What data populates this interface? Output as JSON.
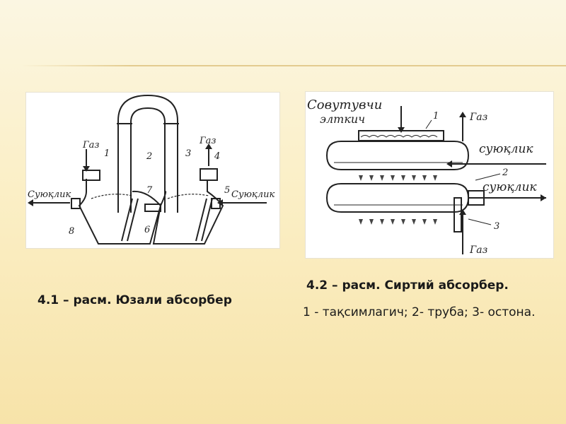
{
  "figure1": {
    "labels": {
      "gas_in": "Газ",
      "gas_out": "Газ",
      "liquid_in": "Суюқлик",
      "liquid_out": "Суюқлик",
      "n1": "1",
      "n2": "2",
      "n3": "3",
      "n4": "4",
      "n5": "5",
      "n6": "6",
      "n7": "7",
      "n8": "8"
    },
    "caption": "4.1 – расм.  Юзали абсорбер"
  },
  "figure2": {
    "labels": {
      "cooling_line1": "Совутувчи",
      "cooling_line2": "элткич",
      "gas_top": "Газ",
      "gas_bottom": "Газ",
      "liquid_top": "суюқлик",
      "liquid_mid": "суюқлик",
      "n1": "1",
      "n2": "2",
      "n3": "3"
    },
    "caption": "4.2 – расм. Сиртий абсорбер.",
    "legend": "1 - тақсимлагич; 2- труба; 3- остона."
  }
}
